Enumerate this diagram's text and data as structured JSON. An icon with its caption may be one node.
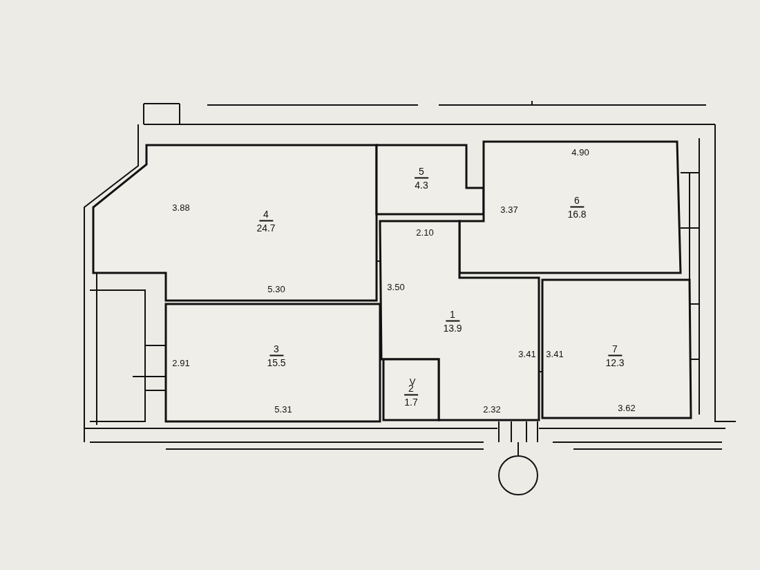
{
  "diagram": {
    "nodes": [
      {
        "text": [
          "4",
          "24.7"
        ]
      },
      {
        "text": [
          "5",
          "4.3"
        ]
      },
      {
        "text": [
          "6",
          "16.8"
        ]
      },
      {
        "text": [
          "1",
          "13.9"
        ]
      },
      {
        "text": [
          "3",
          "15.5"
        ]
      },
      {
        "text": [
          "7",
          "12.3"
        ]
      },
      {
        "text": [
          "2",
          "1.7"
        ]
      }
    ],
    "labels": [
      "4.90",
      "3.88",
      "3.37",
      "2.10",
      "5.30",
      "3.50",
      "3.41",
      "3.41",
      "2.91",
      "V",
      "5.31",
      "2.32",
      "3.62"
    ]
  }
}
